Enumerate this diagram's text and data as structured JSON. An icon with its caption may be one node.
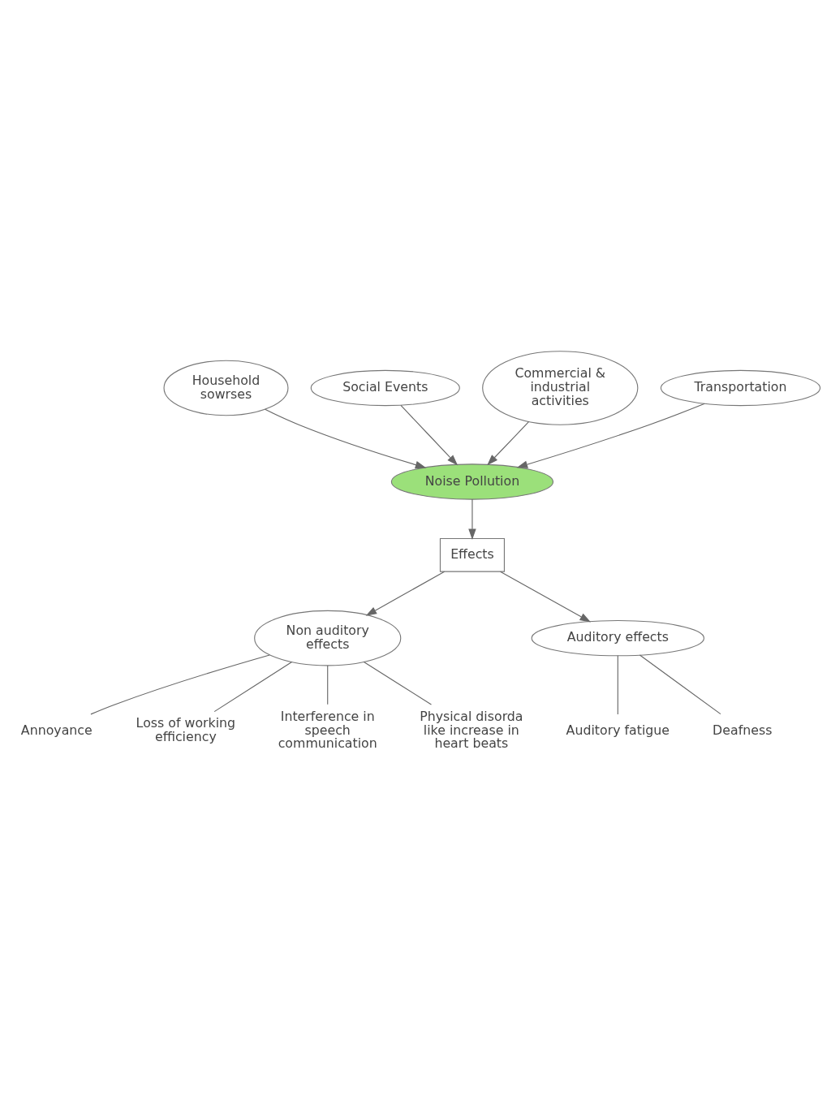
{
  "diagram": {
    "nodes": [
      {
        "text": [
          "Household sowrses"
        ]
      },
      {
        "text": [
          "Social Events"
        ]
      },
      {
        "text": [
          "Commercial & industrial activities"
        ]
      },
      {
        "text": [
          "Transportation"
        ]
      },
      {
        "text": [
          "Noise Pollution"
        ]
      },
      {
        "text": [
          "Effects"
        ]
      },
      {
        "text": [
          "Non auditory effects"
        ]
      },
      {
        "text": [
          "Auditory effects"
        ]
      },
      {
        "text": [
          "Auditory fatigue"
        ]
      },
      {
        "text": [
          "Deafness"
        ]
      },
      {
        "text": [
          "Annoyance"
        ]
      },
      {
        "text": [
          "Loss of working efficiency"
        ]
      },
      {
        "text": [
          "Interference in speech communication"
        ]
      },
      {
        "text": [
          "Physical disorda like increase in heart beats"
        ]
      }
    ],
    "edges": [
      {
        "from": 0,
        "to": 4,
        "arrow": "to"
      },
      {
        "from": 1,
        "to": 4,
        "arrow": "to"
      },
      {
        "from": 2,
        "to": 4,
        "arrow": "to"
      },
      {
        "from": 3,
        "to": 4,
        "arrow": "to"
      },
      {
        "from": 4,
        "to": 5,
        "arrow": "to"
      },
      {
        "from": 5,
        "to": 7,
        "arrow": "to"
      },
      {
        "from": 5,
        "to": 6,
        "arrow": "to"
      },
      {
        "from": 7,
        "to": 8,
        "arrow": "none"
      },
      {
        "from": 7,
        "to": 9,
        "arrow": "none"
      },
      {
        "from": 6,
        "to": 10,
        "arrow": "none"
      },
      {
        "from": 6,
        "to": 11,
        "arrow": "none"
      },
      {
        "from": 6,
        "to": 12,
        "arrow": "none"
      },
      {
        "from": 6,
        "to": 13,
        "arrow": "none"
      }
    ]
  }
}
